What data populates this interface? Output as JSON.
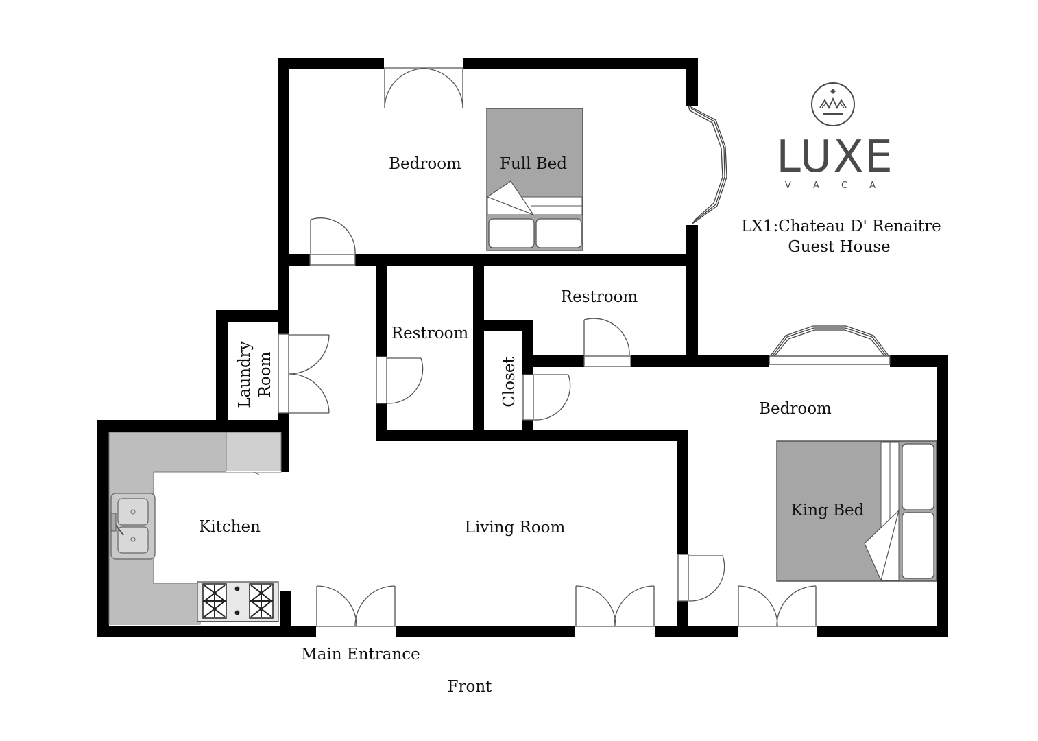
{
  "colors": {
    "wall": "#000000",
    "bed": "#a6a6a6",
    "counter": "#bdbdbd",
    "fixture_line": "#555555",
    "logo": "#4a4a4a"
  },
  "rooms": {
    "bedroom_top": "Bedroom",
    "full_bed": "Full Bed",
    "restroom_right": "Restroom",
    "restroom_left": "Restroom",
    "laundry_line1": "Laundry",
    "laundry_line2": "Room",
    "closet": "Closet",
    "bedroom_right": "Bedroom",
    "king_bed": "King Bed",
    "kitchen": "Kitchen",
    "living_room": "Living Room"
  },
  "labels": {
    "main_entrance": "Main Entrance",
    "front": "Front"
  },
  "branding": {
    "logo_word": "LUXE",
    "logo_sub": "V A C A",
    "property_line1": "LX1:Chateau D' Renaitre",
    "property_line2": "Guest House"
  },
  "icons": {
    "logo_emblem": "crown-circle-icon",
    "sink": "double-sink-icon",
    "stove": "stove-burners-icon"
  }
}
